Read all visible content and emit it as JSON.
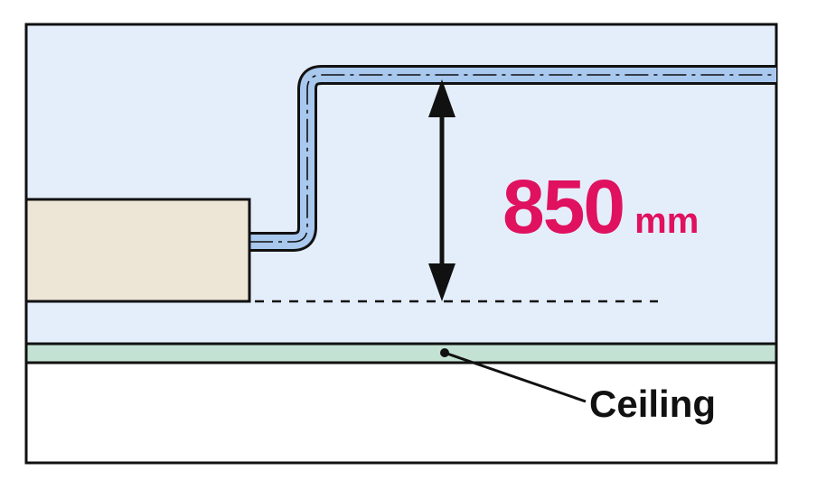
{
  "dimension": {
    "value": "850",
    "unit": "mm",
    "color": "#e0115f"
  },
  "callout": {
    "label": "Ceiling"
  },
  "colors": {
    "ceiling_space": "#e4eefa",
    "indoor_unit": "#ede6d6",
    "pipe": "#a8c8ee",
    "ceiling_board": "#c3e2d4",
    "room": "#ffffff",
    "outline": "#111111"
  }
}
